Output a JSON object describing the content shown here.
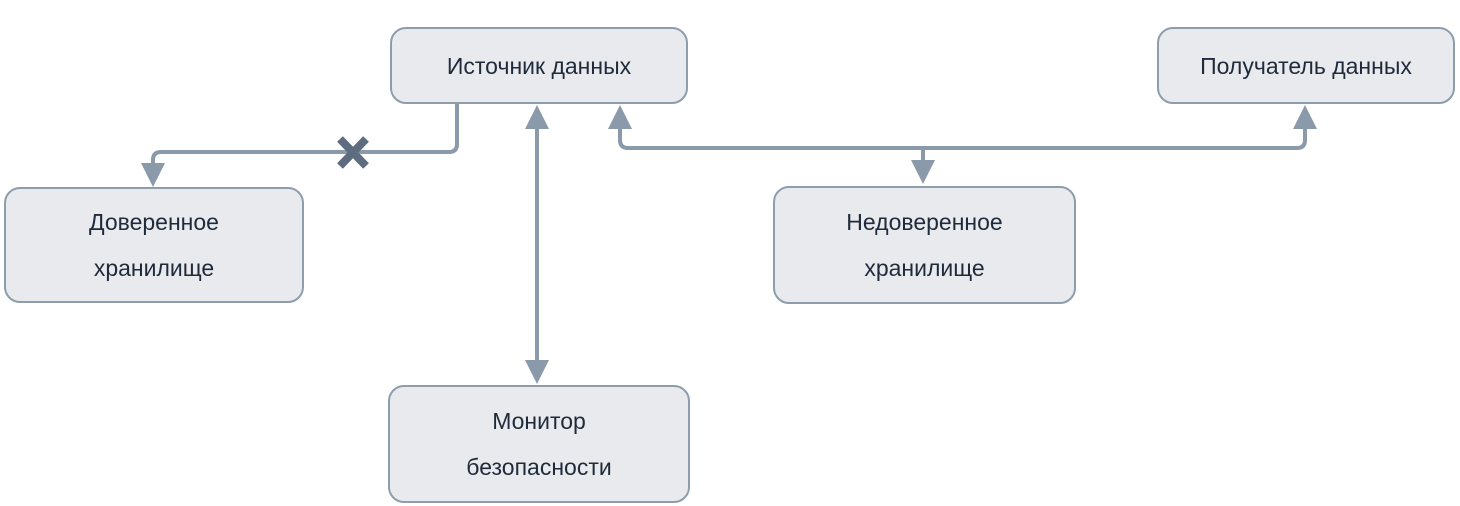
{
  "diagram": {
    "type": "flow-diagram",
    "background": "#ffffff",
    "nodes": {
      "source": {
        "label": "Источник данных"
      },
      "receiver": {
        "label": "Получатель данных"
      },
      "trusted": {
        "label": "Доверенное\nхранилище"
      },
      "untrusted": {
        "label": "Недоверенное\nхранилище"
      },
      "monitor": {
        "label": "Монитор\nбезопасности"
      }
    },
    "edges": [
      {
        "id": "source-trusted",
        "description": "Источник данных → Доверенное хранилище",
        "blocked": true,
        "marker": "x"
      },
      {
        "id": "source-monitor",
        "description": "Источник данных ↔ Монитор безопасности",
        "blocked": false,
        "marker": "arrows-both-ends"
      },
      {
        "id": "source-untrusted-receiver",
        "description": "Источник данных ↔ Недоверенное хранилище → Получатель данных",
        "blocked": false,
        "marker": "arrows"
      }
    ],
    "colors": {
      "node_fill": "#e9eaee",
      "node_border": "#8d9dac",
      "connector": "#8b9aab",
      "x_mark": "#5d6c7f",
      "text": "#1f2a3a"
    }
  }
}
